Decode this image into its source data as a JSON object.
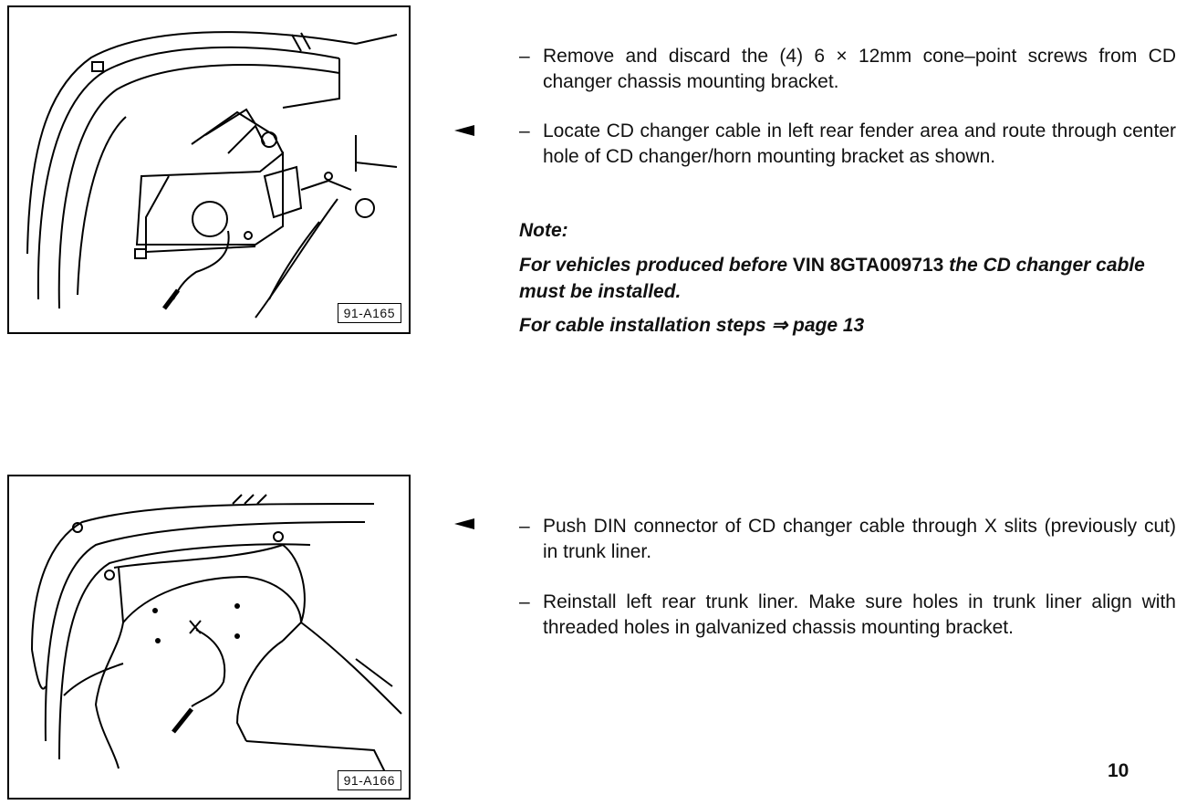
{
  "figure1": {
    "label": "91-A165"
  },
  "figure2": {
    "label": "91-A166"
  },
  "section1": {
    "step1": "Remove and discard the (4) 6 × 12mm cone–point screws from CD changer chassis mounting bracket.",
    "step2": "Locate CD changer cable in  left rear fender area and route through center hole of CD changer/horn mounting bracket as shown.",
    "note_title": "Note:",
    "note_line1_a": "For vehicles produced before",
    "note_line1_b": " VIN 8GTA009713 ",
    "note_line1_c": "the CD changer cable must be installed.",
    "note_line2": "For cable installation steps ⇒ page 13"
  },
  "section2": {
    "step1": "Push DIN connector of CD changer cable through X slits (previously cut) in trunk liner.",
    "step2": "Reinstall left rear trunk liner. Make sure holes in trunk liner align with threaded holes in galvanized chassis mounting bracket."
  },
  "bullet_dash": "–",
  "page_number": "10"
}
